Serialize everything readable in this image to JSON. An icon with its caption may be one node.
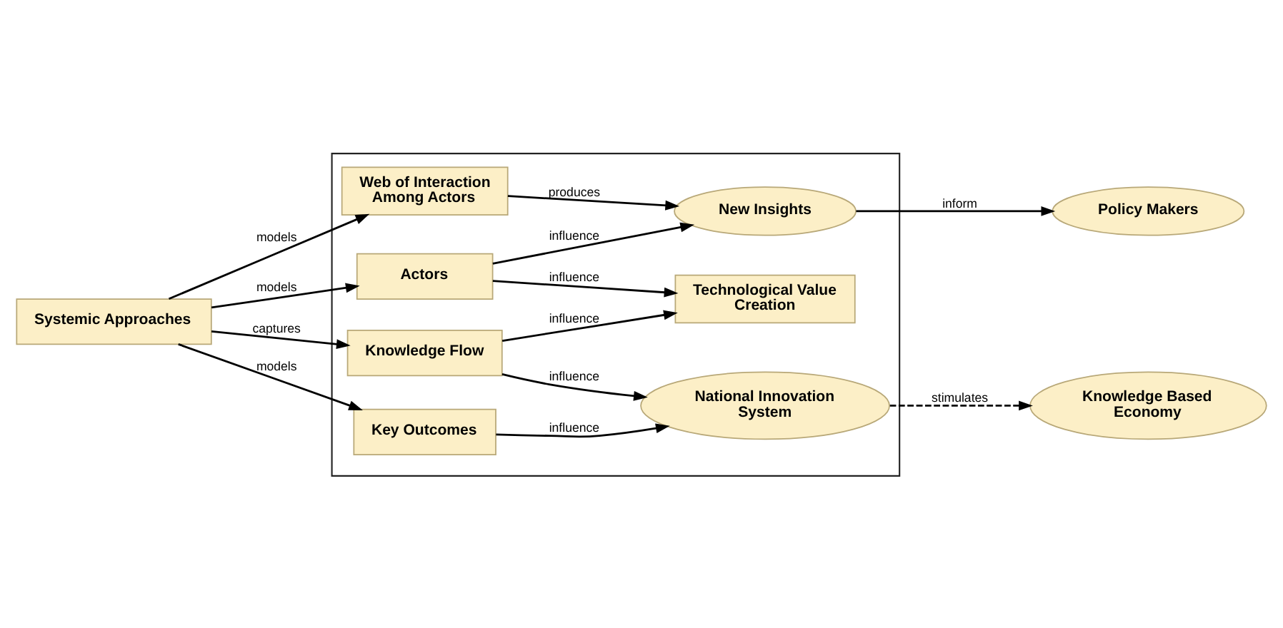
{
  "diagram": {
    "nodes": [
      {
        "text": [],
        "shape": "box"
      },
      {
        "text": [
          "Systemic Approaches"
        ]
      },
      {
        "text": [
          "Web of Interaction Among Actors"
        ],
        "in": 0
      },
      {
        "text": [
          "Actors"
        ],
        "in": 0
      },
      {
        "text": [
          "Knowledge Flow"
        ],
        "in": 0
      },
      {
        "text": [
          "Key Outcomes"
        ],
        "in": 0
      },
      {
        "text": [
          "New Insights"
        ],
        "in": 0
      },
      {
        "text": [
          "Technological Value Creation"
        ],
        "in": 0
      },
      {
        "text": [
          "National Innovation System"
        ],
        "in": 0
      },
      {
        "text": [
          "Policy Makers"
        ]
      },
      {
        "text": [
          "Knowledge Based Economy"
        ]
      }
    ],
    "edges": [
      {
        "from": 1,
        "to": 2,
        "arrow": "to",
        "label": "models"
      },
      {
        "from": 1,
        "to": 3,
        "arrow": "to",
        "label": "models"
      },
      {
        "from": 1,
        "to": 4,
        "arrow": "to",
        "label": "captures"
      },
      {
        "from": 1,
        "to": 5,
        "arrow": "to",
        "label": "models"
      },
      {
        "from": 2,
        "to": 6,
        "arrow": "to",
        "label": "produces"
      },
      {
        "from": 3,
        "to": 6,
        "arrow": "to",
        "label": "influence"
      },
      {
        "from": 3,
        "to": 7,
        "arrow": "to",
        "label": "influence"
      },
      {
        "from": 4,
        "to": 7,
        "arrow": "to",
        "label": "influence"
      },
      {
        "from": 4,
        "to": 8,
        "arrow": "to",
        "label": "influence"
      },
      {
        "from": 5,
        "to": 8,
        "arrow": "to",
        "label": "influence"
      },
      {
        "from": 6,
        "to": 9,
        "arrow": "to",
        "label": "inform"
      },
      {
        "from": 8,
        "to": 10,
        "arrow": "to",
        "label": "stimulates",
        "style": "dashed"
      }
    ]
  }
}
